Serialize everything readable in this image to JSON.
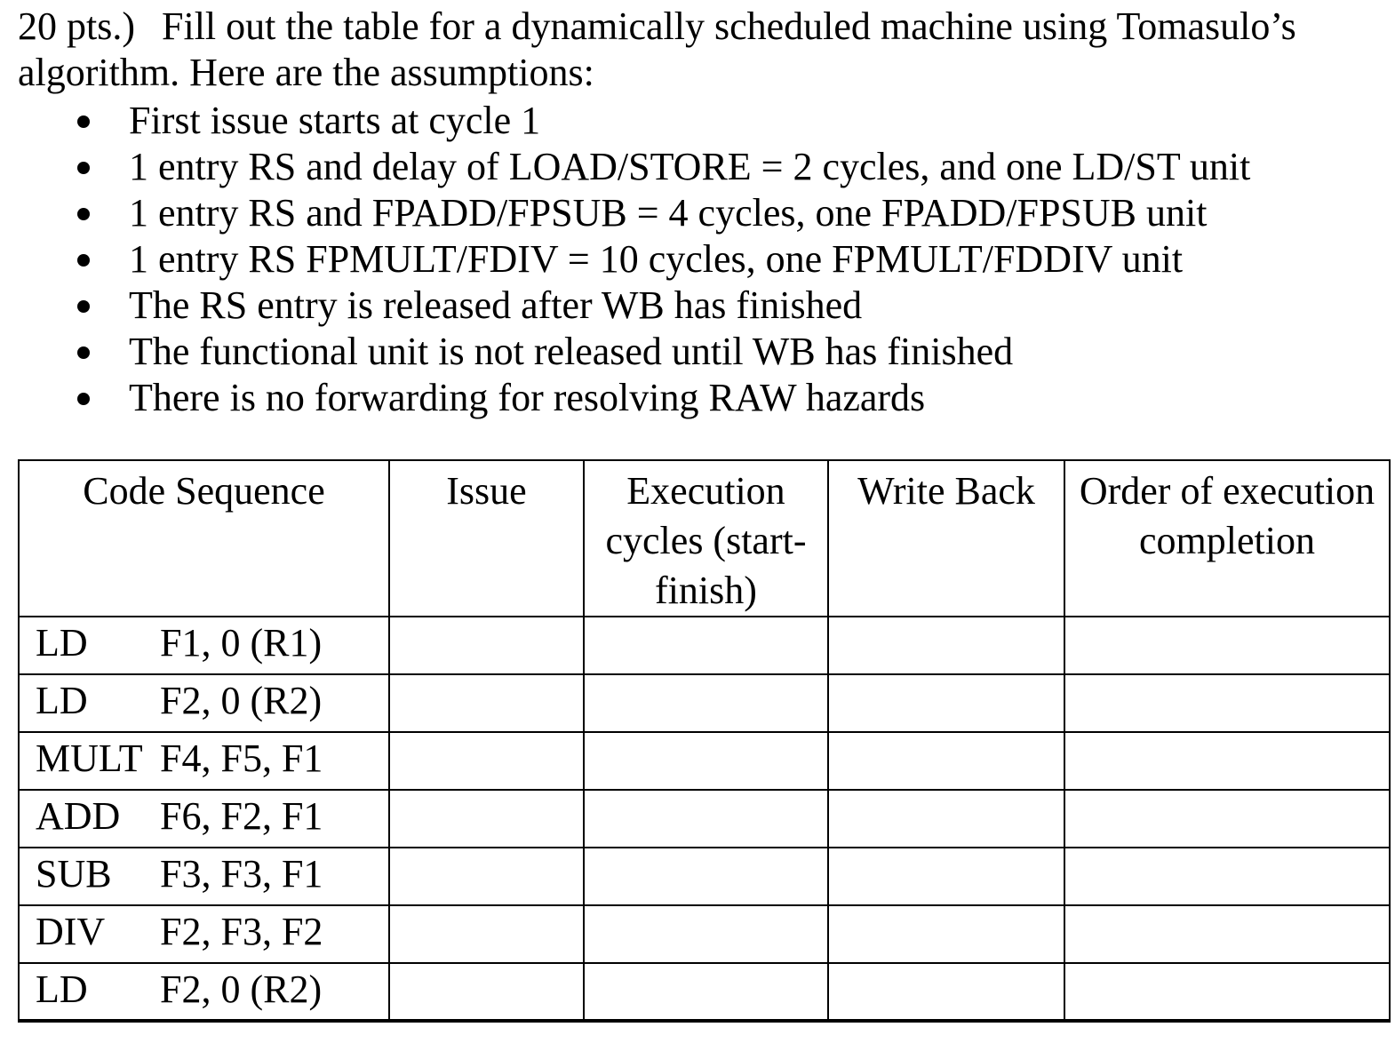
{
  "intro": {
    "points_label": "20 pts.)",
    "line1": "Fill out the table for a dynamically scheduled machine using Tomasulo’s",
    "line2": "algorithm. Here are the assumptions:"
  },
  "assumptions": [
    "First issue starts at cycle 1",
    "1 entry RS and delay of LOAD/STORE = 2 cycles, and one LD/ST unit",
    "1 entry RS and FPADD/FPSUB = 4 cycles, one FPADD/FPSUB unit",
    "1 entry RS FPMULT/FDIV = 10 cycles, one FPMULT/FDDIV unit",
    "The RS entry is released after WB has finished",
    "The functional unit is not released until WB has finished",
    "There is no forwarding for resolving RAW hazards"
  ],
  "table": {
    "headers": {
      "code_sequence": "Code Sequence",
      "issue": "Issue",
      "execution": "Execution\ncycles (start-\nfinish)",
      "write_back": "Write Back",
      "order": "Order of execution\ncompletion"
    },
    "rows": [
      {
        "op": "LD",
        "operands": "F1, 0 (R1)",
        "issue": "",
        "execution": "",
        "write_back": "",
        "order": ""
      },
      {
        "op": "LD",
        "operands": "F2, 0 (R2)",
        "issue": "",
        "execution": "",
        "write_back": "",
        "order": ""
      },
      {
        "op": "MULT",
        "operands": "F4, F5, F1",
        "issue": "",
        "execution": "",
        "write_back": "",
        "order": ""
      },
      {
        "op": "ADD",
        "operands": "F6, F2, F1",
        "issue": "",
        "execution": "",
        "write_back": "",
        "order": ""
      },
      {
        "op": "SUB",
        "operands": "F3, F3, F1",
        "issue": "",
        "execution": "",
        "write_back": "",
        "order": ""
      },
      {
        "op": "DIV",
        "operands": "F2, F3, F2",
        "issue": "",
        "execution": "",
        "write_back": "",
        "order": ""
      },
      {
        "op": "LD",
        "operands": "F2, 0 (R2)",
        "issue": "",
        "execution": "",
        "write_back": "",
        "order": ""
      }
    ]
  }
}
